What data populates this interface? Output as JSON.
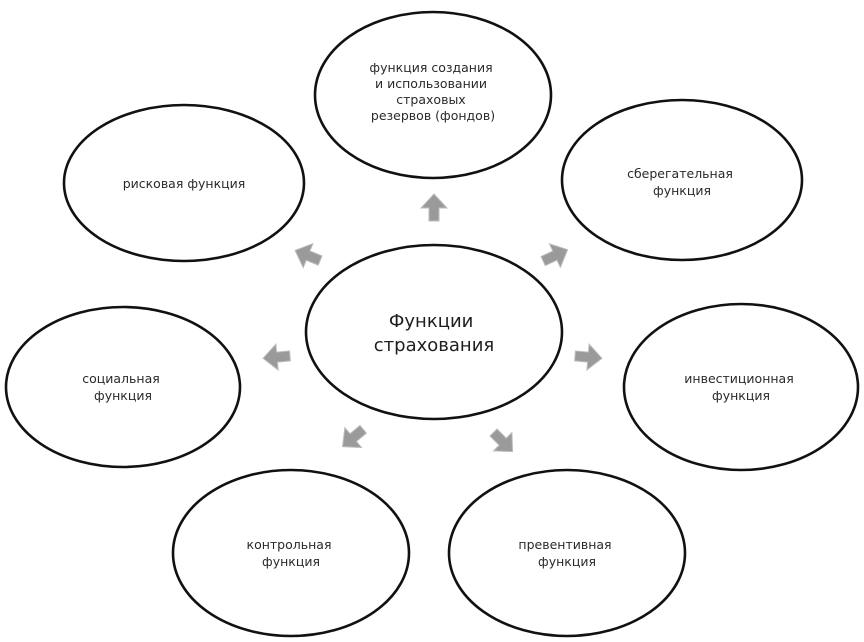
{
  "center": {
    "lines": [
      "Функции",
      "страхования"
    ]
  },
  "nodes": [
    {
      "id": "reserves",
      "lines": [
        "функция создания",
        "и использовании",
        "страховых",
        "резервов (фондов)"
      ]
    },
    {
      "id": "risk",
      "lines": [
        "рисковая функция"
      ]
    },
    {
      "id": "savings",
      "lines": [
        "сберегательная",
        "функция"
      ]
    },
    {
      "id": "social",
      "lines": [
        "социальная",
        "функция"
      ]
    },
    {
      "id": "investment",
      "lines": [
        "инвестиционная",
        "функция"
      ]
    },
    {
      "id": "control",
      "lines": [
        "контрольная",
        "функция"
      ]
    },
    {
      "id": "preventive",
      "lines": [
        "превентивная",
        "функция"
      ]
    }
  ],
  "colors": {
    "stroke": "#111111",
    "arrow": "#9a9a9a",
    "text": "#2a2a2a"
  }
}
